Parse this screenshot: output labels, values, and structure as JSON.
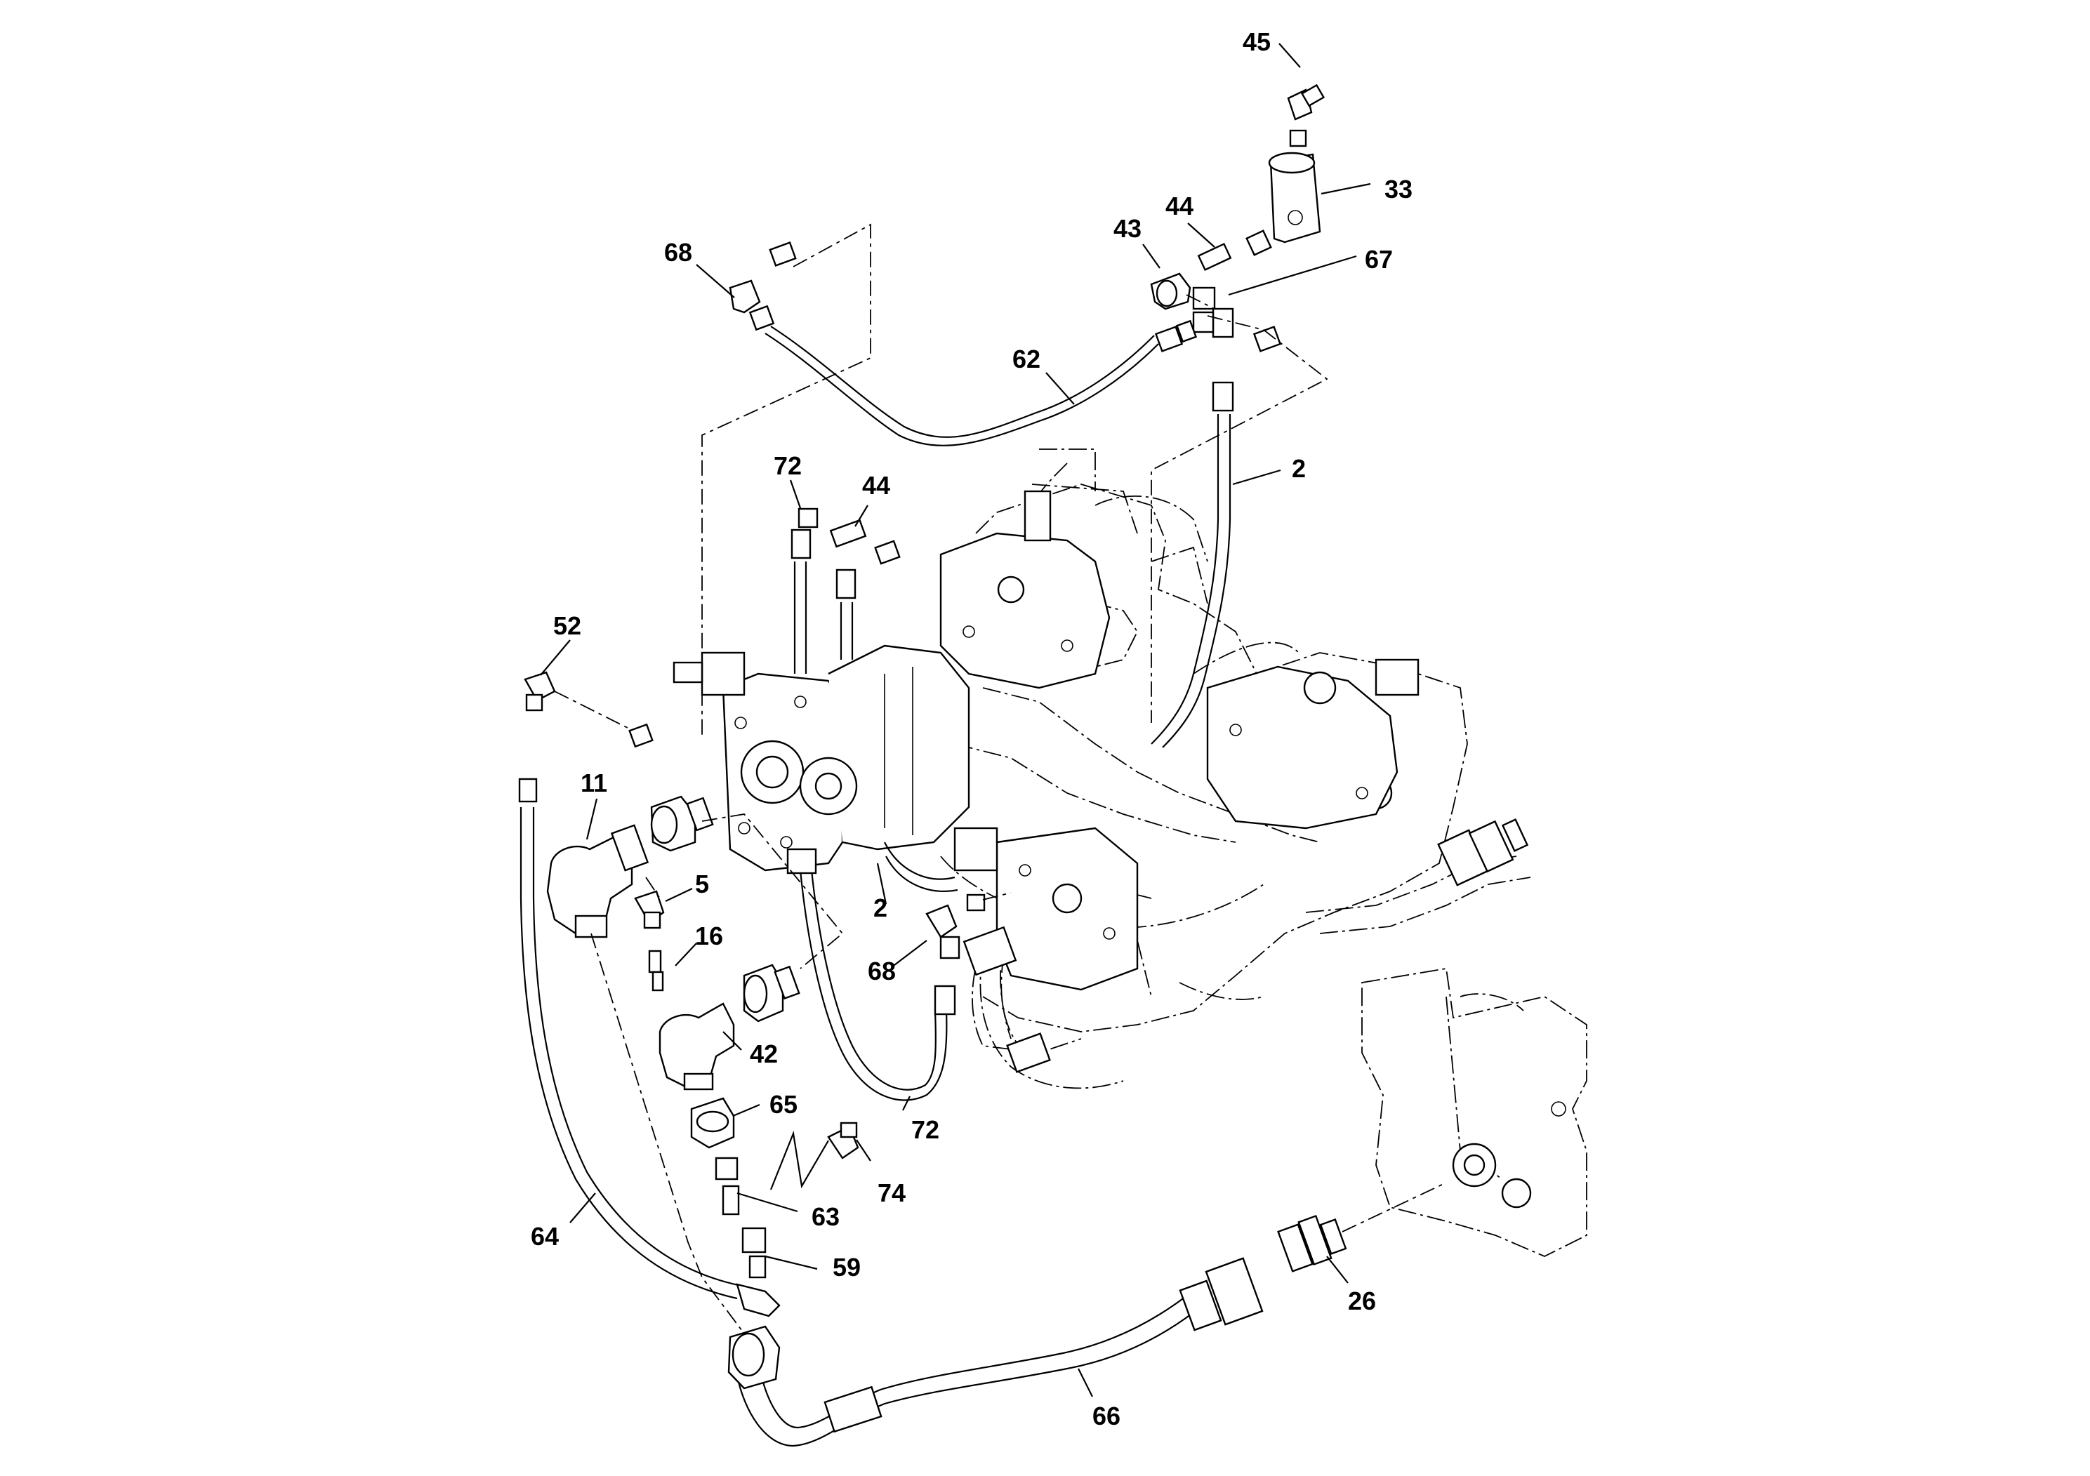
{
  "callouts": [
    {
      "id": "c45",
      "label": "45"
    },
    {
      "id": "c33",
      "label": "33"
    },
    {
      "id": "c44a",
      "label": "44"
    },
    {
      "id": "c43",
      "label": "43"
    },
    {
      "id": "c67",
      "label": "67"
    },
    {
      "id": "c68a",
      "label": "68"
    },
    {
      "id": "c62",
      "label": "62"
    },
    {
      "id": "c2a",
      "label": "2"
    },
    {
      "id": "c72a",
      "label": "72"
    },
    {
      "id": "c44b",
      "label": "44"
    },
    {
      "id": "c52",
      "label": "52"
    },
    {
      "id": "c11",
      "label": "11"
    },
    {
      "id": "c5",
      "label": "5"
    },
    {
      "id": "c16",
      "label": "16"
    },
    {
      "id": "c2b",
      "label": "2"
    },
    {
      "id": "c68b",
      "label": "68"
    },
    {
      "id": "c42",
      "label": "42"
    },
    {
      "id": "c65",
      "label": "65"
    },
    {
      "id": "c72b",
      "label": "72"
    },
    {
      "id": "c74",
      "label": "74"
    },
    {
      "id": "c63",
      "label": "63"
    },
    {
      "id": "c64",
      "label": "64"
    },
    {
      "id": "c59",
      "label": "59"
    },
    {
      "id": "c26",
      "label": "26"
    },
    {
      "id": "c66",
      "label": "66"
    }
  ],
  "colors": {
    "line": "#000000",
    "background": "#ffffff"
  }
}
